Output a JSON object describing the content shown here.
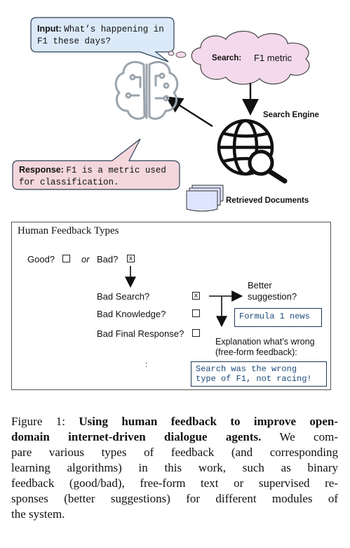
{
  "diagram": {
    "input_label": "Input:",
    "input_text_line1": "What’s happening in",
    "input_text_line2": "F1 these days?",
    "search_label": "Search:",
    "search_query": "F1 metric",
    "search_engine_label": "Search Engine",
    "response_label": "Response:",
    "response_text_line1": "F1 is a metric used",
    "response_text_line2": "for classification.",
    "retrieved_documents_label": "Retrieved Documents",
    "colors": {
      "input_bubble": "#dbe9f8",
      "search_cloud": "#f4d9ec",
      "response_bubble": "#f3d7dc",
      "icon_stroke": "#222222"
    },
    "icons": [
      "brain-circuit-icon",
      "globe-search-icon",
      "documents-stack-icon",
      "arrow-icon"
    ]
  },
  "feedback_panel": {
    "title": "Human Feedback Types",
    "good_label": "Good?",
    "or_label": "or",
    "bad_label": "Bad?",
    "bad_checked_mark": "x",
    "bad_search_label": "Bad Search?",
    "bad_search_mark": "x",
    "bad_knowledge_label": "Bad Knowledge?",
    "bad_final_response_label": "Bad Final Response?",
    "better_suggestion_line1": "Better",
    "better_suggestion_line2": "suggestion?",
    "better_suggestion_value": "Formula 1 news",
    "explanation_line1": "Explanation what’s wrong",
    "explanation_line2": "(free-form feedback):",
    "explanation_value_line1": "Search was the wrong",
    "explanation_value_line2": "type of F1, not racing!",
    "stray_mark": ":"
  },
  "caption": {
    "prefix": "Figure 1:",
    "bold_line1": "Using human feedback to improve open-",
    "bold_line2": "domain internet-driven dialogue agents.",
    "line2_rest": "We com-",
    "line3": "pare various types of feedback (and corresponding",
    "line4": "learning algorithms) in this work, such as binary",
    "line5": "feedback (good/bad), free-form text or supervised re-",
    "line6": "sponses (better suggestions) for different modules of",
    "line7": "the system."
  }
}
